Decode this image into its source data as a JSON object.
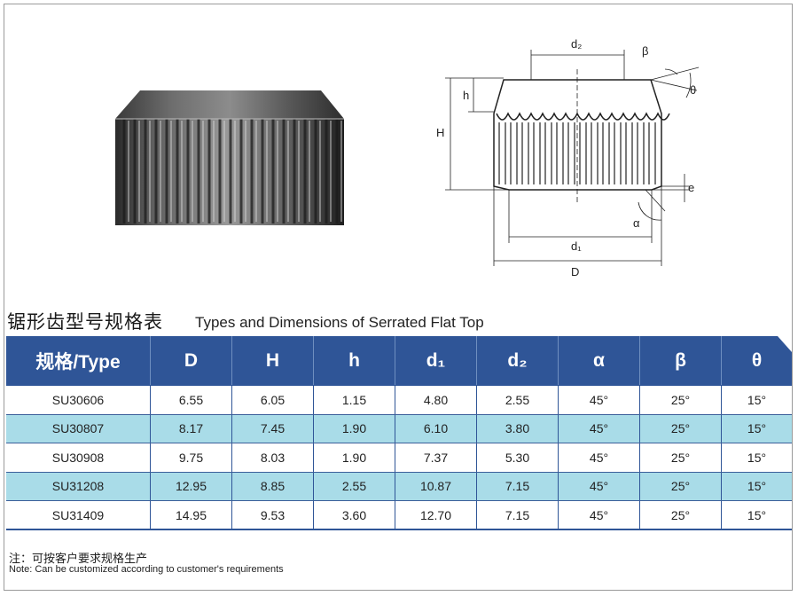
{
  "title": {
    "cn": "锯形齿型号规格表",
    "en": "Types and Dimensions of Serrated Flat Top"
  },
  "drawing_labels": {
    "d2": "d₂",
    "beta": "β",
    "theta": "θ",
    "h": "h",
    "H": "H",
    "e": "e",
    "alpha": "α",
    "d1": "d₁",
    "D": "D"
  },
  "table": {
    "headers": [
      "规格/Type",
      "D",
      "H",
      "h",
      "d₁",
      "d₂",
      "α",
      "β",
      "θ"
    ],
    "rows": [
      [
        "SU30606",
        "6.55",
        "6.05",
        "1.15",
        "4.80",
        "2.55",
        "45°",
        "25°",
        "15°"
      ],
      [
        "SU30807",
        "8.17",
        "7.45",
        "1.90",
        "6.10",
        "3.80",
        "45°",
        "25°",
        "15°"
      ],
      [
        "SU30908",
        "9.75",
        "8.03",
        "1.90",
        "7.37",
        "5.30",
        "45°",
        "25°",
        "15°"
      ],
      [
        "SU31208",
        "12.95",
        "8.85",
        "2.55",
        "10.87",
        "7.15",
        "45°",
        "25°",
        "15°"
      ],
      [
        "SU31409",
        "14.95",
        "9.53",
        "3.60",
        "12.70",
        "7.15",
        "45°",
        "25°",
        "15°"
      ]
    ]
  },
  "note": {
    "cn": "注：可按客户要求规格生产",
    "en": "Note: Can be customized according to customer's requirements"
  },
  "colors": {
    "header": "#2f5597",
    "alt_row": "#a9dce8"
  }
}
